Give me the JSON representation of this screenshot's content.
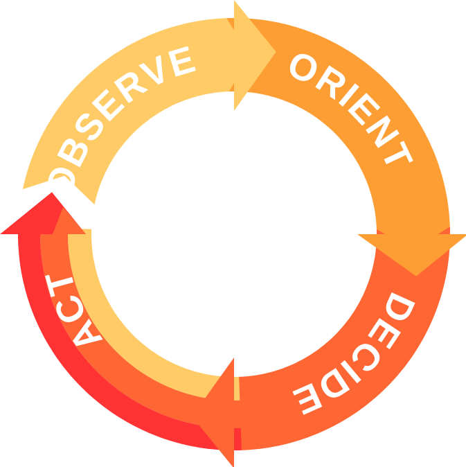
{
  "diagram": {
    "type": "cycle",
    "stages": [
      {
        "id": "observe",
        "label": "OBSERVE",
        "color": "#FECB66"
      },
      {
        "id": "orient",
        "label": "ORIENT",
        "color": "#FD9E35"
      },
      {
        "id": "decide",
        "label": "DECIDE",
        "color": "#FE6633"
      },
      {
        "id": "act",
        "label": "ACT",
        "color": "#FF3333"
      }
    ],
    "flow": [
      "observe",
      "orient",
      "decide",
      "act",
      "observe"
    ],
    "text_color": "#FFFFFF"
  }
}
